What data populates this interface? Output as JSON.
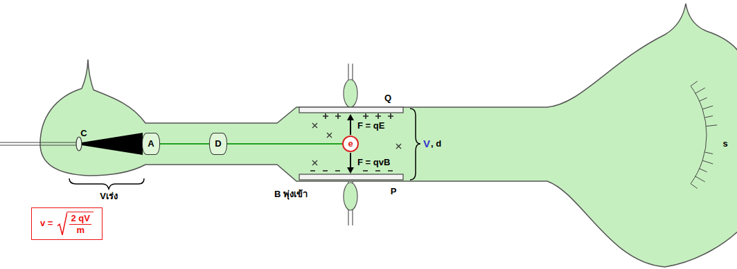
{
  "diagram": {
    "nodes": [
      {
        "text": [
          "A"
        ]
      },
      {
        "text": [
          "D"
        ]
      },
      {
        "text": [
          "e"
        ]
      },
      {
        "text": [
          "v =",
          "2 qV",
          "m"
        ]
      }
    ],
    "edges": [
      {
        "from": 0,
        "to": 1,
        "arrow": "none"
      },
      {
        "from": 1,
        "to": 2,
        "arrow": "none"
      }
    ],
    "labels": [
      "C",
      "Vเร่ง",
      "Q",
      "P",
      "F = qE",
      "F = qvB",
      "V",
      ", d",
      "B พุ่งเข้า",
      "s"
    ]
  }
}
